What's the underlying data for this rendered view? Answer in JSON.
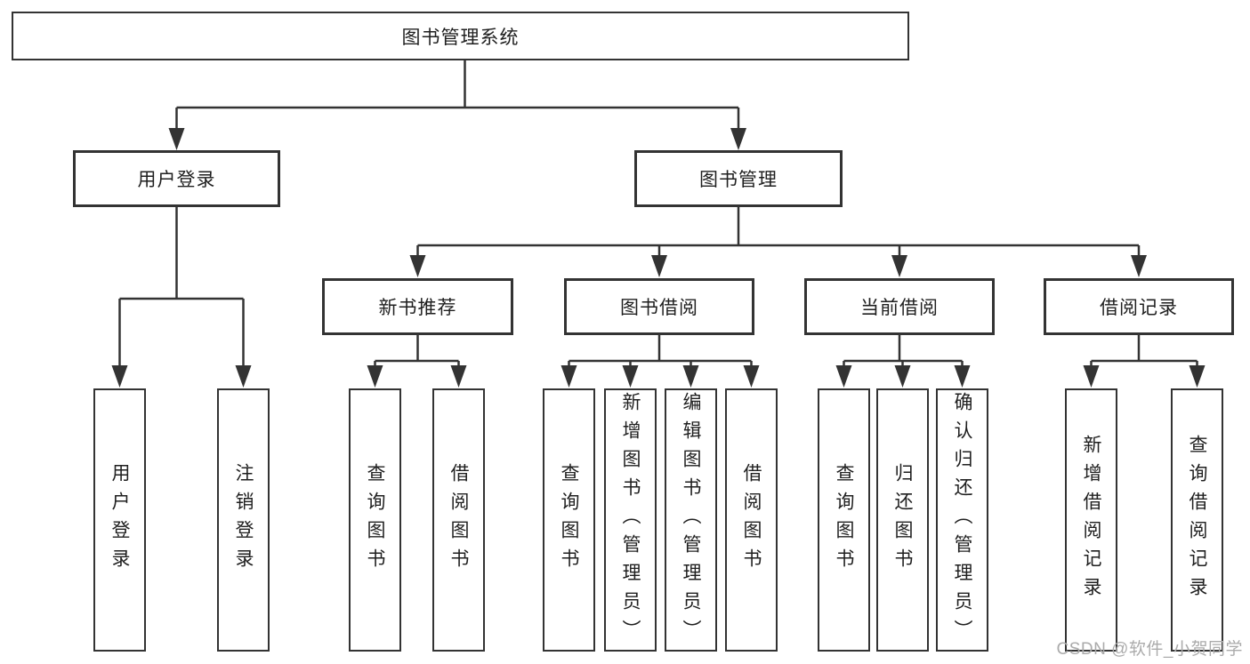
{
  "colors": {
    "line": "#333333",
    "box_border": "#333333",
    "text": "#1f1f1f",
    "watermark": "#ababab",
    "background": "#ffffff"
  },
  "tree": {
    "root": {
      "label": "图书管理系统"
    },
    "children": [
      {
        "label": "用户登录",
        "children": [
          {
            "label": "用户登录"
          },
          {
            "label": "注销登录"
          }
        ]
      },
      {
        "label": "图书管理",
        "children": [
          {
            "label": "新书推荐",
            "children": [
              {
                "label": "查询图书"
              },
              {
                "label": "借阅图书"
              }
            ]
          },
          {
            "label": "图书借阅",
            "children": [
              {
                "label": "查询图书"
              },
              {
                "label": "新增图书（管理员）"
              },
              {
                "label": "编辑图书（管理员）"
              },
              {
                "label": "借阅图书"
              }
            ]
          },
          {
            "label": "当前借阅",
            "children": [
              {
                "label": "查询图书"
              },
              {
                "label": "归还图书"
              },
              {
                "label": "确认归还（管理员）"
              }
            ]
          },
          {
            "label": "借阅记录",
            "children": [
              {
                "label": "新增借阅记录"
              },
              {
                "label": "查询借阅记录"
              }
            ]
          }
        ]
      }
    ]
  },
  "watermark": {
    "text": "CSDN @软件_小贺同学"
  }
}
